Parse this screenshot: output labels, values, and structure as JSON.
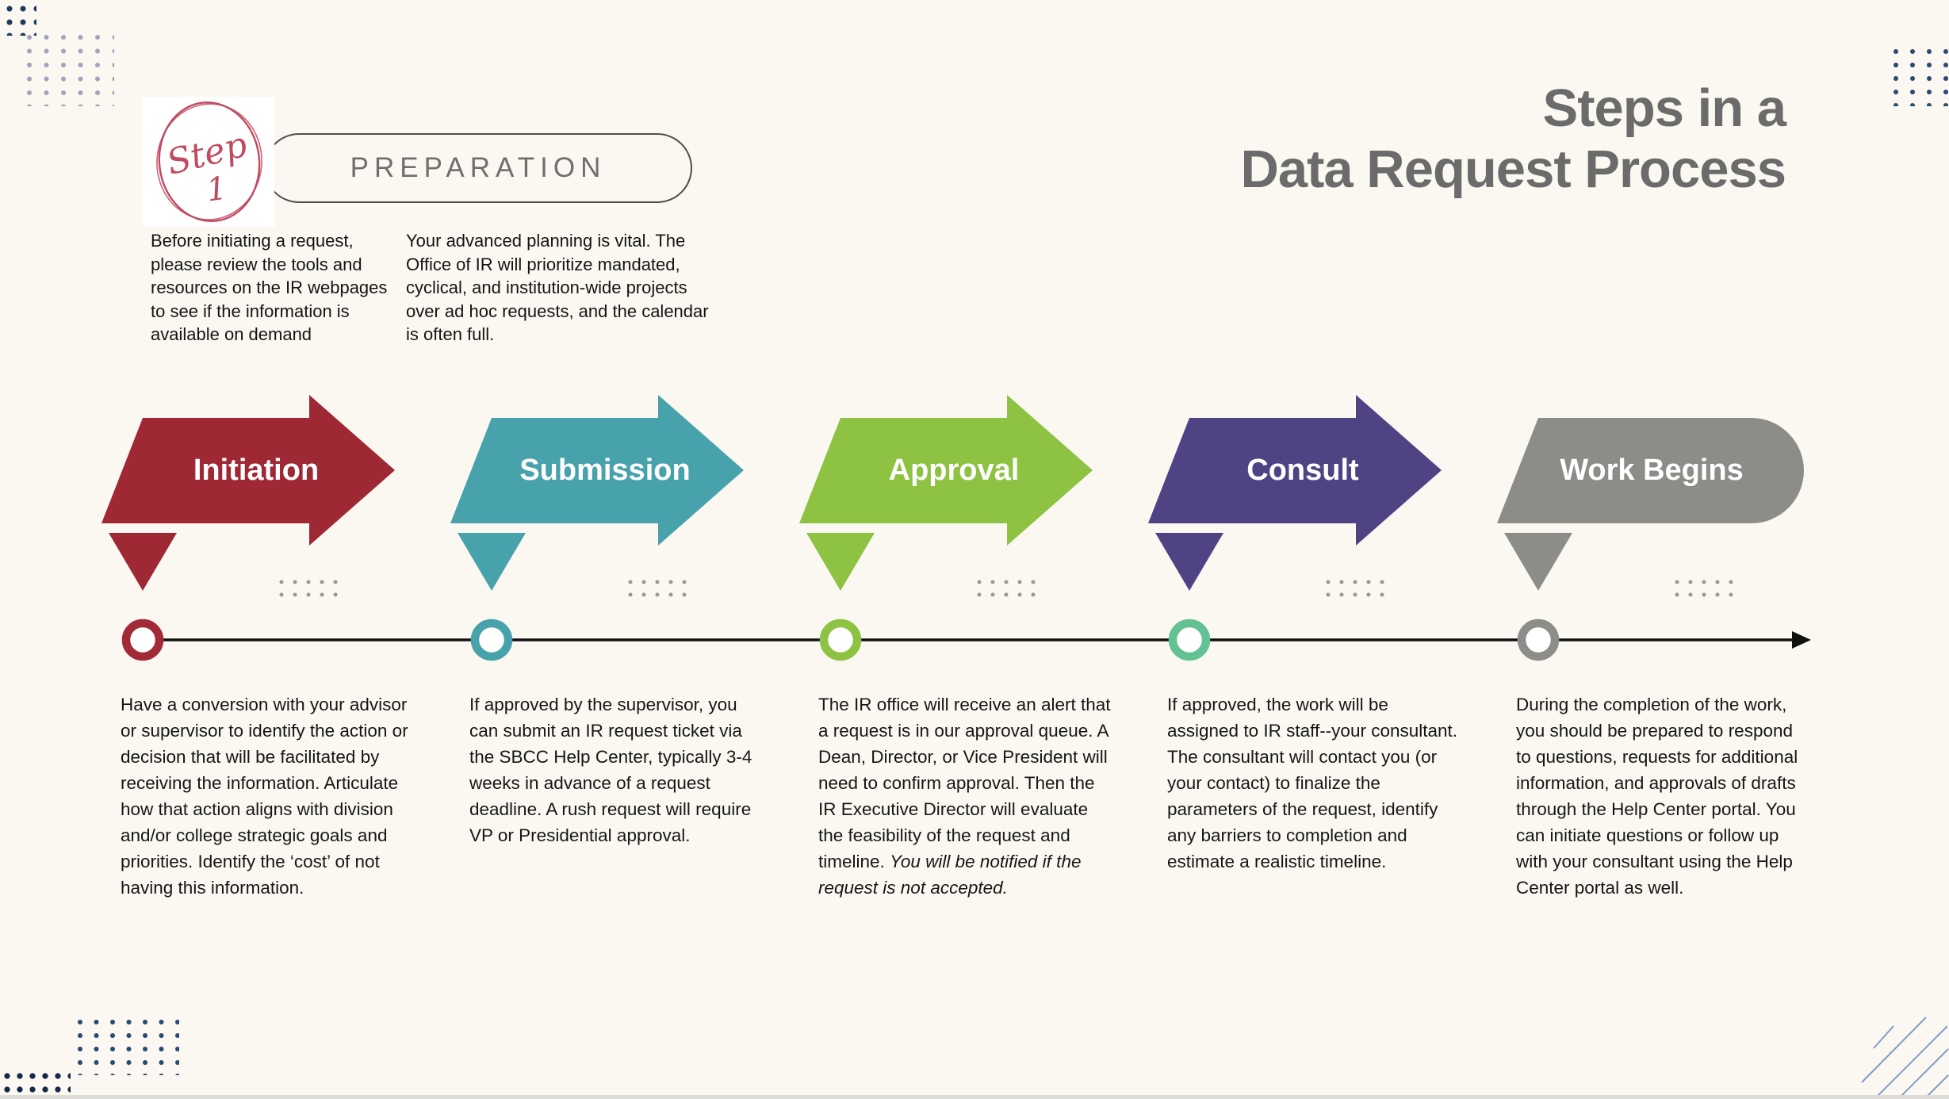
{
  "title": {
    "line1": "Steps in a",
    "line2": "Data Request Process"
  },
  "preparation": {
    "step_word": "Step",
    "step_number": "1",
    "label": "PREPARATION",
    "intro_left": "Before initiating a request, please review the tools and resources on the IR webpages to see if the information is available on demand",
    "intro_right": "Your advanced planning is  vital. The Office of IR will prioritize mandated, cyclical, and institution-wide projects over ad hoc requests, and the calendar is often full."
  },
  "steps": [
    {
      "label": "Initiation",
      "color": "#9E2834",
      "ring_color": "#A12A36",
      "description": "Have a conversion with your advisor or supervisor to identify the action or decision that will be facilitated by receiving the information. Articulate how that action aligns with division and/or college strategic goals and priorities. Identify the ‘cost’ of not having this information."
    },
    {
      "label": "Submission",
      "color": "#48A2AB",
      "ring_color": "#48A2AB",
      "description": "If approved by the supervisor, you can submit an IR request ticket via the SBCC Help Center, typically 3-4 weeks in advance of a request deadline. A rush request will require VP or Presidential approval."
    },
    {
      "label": "Approval",
      "color": "#8DC242",
      "ring_color": "#8DC242",
      "description": "The IR office will receive an alert that a request is in our approval queue. A Dean, Director, or Vice President will need to confirm approval. Then the IR Executive Director will evaluate the feasibility of the request and timeline.",
      "description_italic": "You will be notified if the request is not accepted."
    },
    {
      "label": "Consult",
      "color": "#4F4384",
      "ring_color": "#63C193",
      "description": "If approved, the work will be assigned to IR staff--your consultant. The consultant will contact you (or your contact) to finalize the parameters of the request, identify any barriers to completion and estimate a realistic timeline."
    },
    {
      "label": "Work Begins",
      "color": "#8C8C88",
      "ring_color": "#8C8C88",
      "description": "During the completion of the work, you should be prepared to respond to questions, requests for additional information, and approvals of drafts through the Help Center portal. You can initiate questions or follow up with your consultant using the Help Center portal as well."
    }
  ],
  "colors": {
    "background": "#FAF8F1",
    "title_text": "#6B6B6B",
    "body_text": "#161616",
    "timeline_line": "#111111",
    "badge_red": "#C04A60",
    "navy_dots": "#2B4A73",
    "lavender_dots": "#A7A2BB",
    "gray_dots": "#9D9992",
    "diagonal_lines": "#7F9DC7"
  }
}
